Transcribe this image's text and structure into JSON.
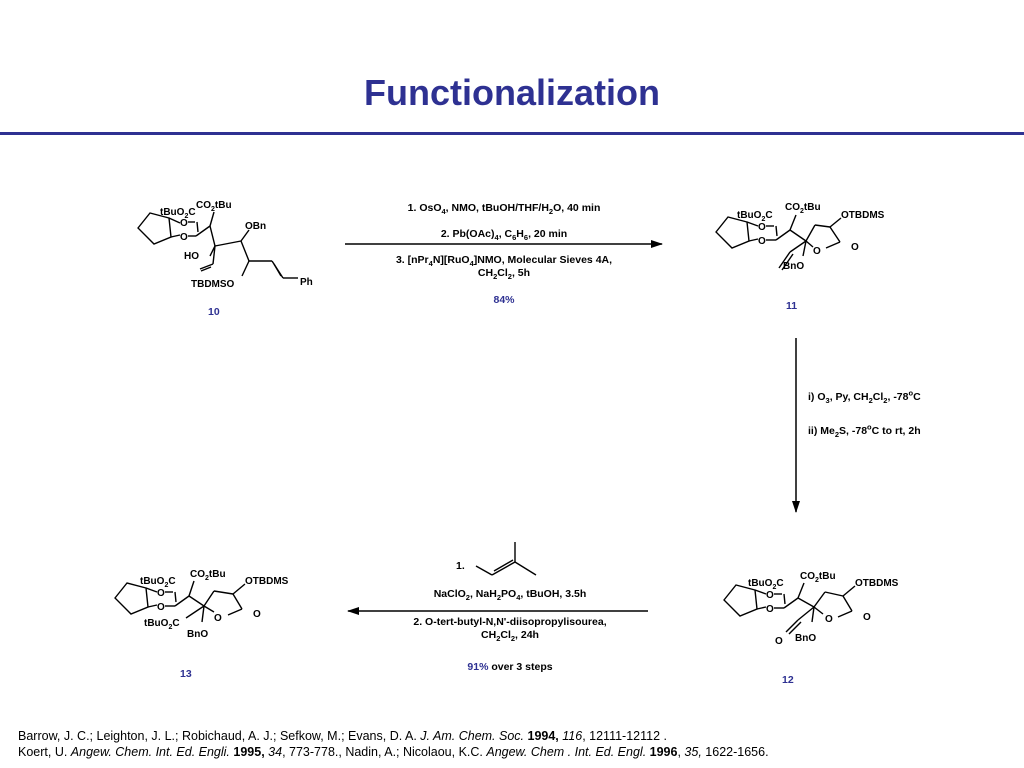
{
  "title": "Functionalization",
  "theme": {
    "accent": "#2E3192"
  },
  "compounds": {
    "c10": {
      "number": "10",
      "labels": {
        "co2tbu": "CO2tBu",
        "tbuo2c": "tBuO2C",
        "o1": "O",
        "o2": "O",
        "obn": "OBn",
        "ho": "HO",
        "tbdmso": "TBDMSO",
        "ph": "Ph"
      }
    },
    "c11": {
      "number": "11",
      "labels": {
        "co2tbu": "CO2tBu",
        "tbuo2c": "tBuO2C",
        "o1": "O",
        "o2": "O",
        "otbdms": "OTBDMS",
        "ring_o": "O",
        "carbonyl_o": "O",
        "bno": "BnO"
      }
    },
    "c12": {
      "number": "12",
      "labels": {
        "co2tbu": "CO2tBu",
        "tbuo2c": "tBuO2C",
        "o1": "O",
        "o2": "O",
        "otbdms": "OTBDMS",
        "ring_o": "O",
        "carbonyl_o": "O",
        "bno": "BnO",
        "aldehyde_o": "O"
      }
    },
    "c13": {
      "number": "13",
      "labels": {
        "co2tbu": "CO2tBu",
        "tbuo2c": "tBuO2C",
        "o1": "O",
        "o2": "O",
        "otbdms": "OTBDMS",
        "ring_o": "O",
        "carbonyl_o": "O",
        "bno": "BnO",
        "tbuo2c_low": "tBuO2C"
      }
    }
  },
  "steps": {
    "step1": {
      "line1": "1. OsO4, NMO, tBuOH/THF/H2O, 40 min",
      "line2": "2. Pb(OAc)4, C6H6, 20 min",
      "line3": "3. [nPr4N][RuO4]NMO, Molecular Sieves 4A,",
      "line4": "CH2Cl2, 5h",
      "yield": "84%"
    },
    "step2": {
      "line1": "i) O3, Py, CH2Cl2, -78oC",
      "line2": "ii) Me2S, -78oC to rt, 2h"
    },
    "step3": {
      "line1_prefix": "1.",
      "line2": "NaClO2, NaH2PO4, tBuOH, 3.5h",
      "line3": "2. O-tert-butyl-N,N'-diisopropylisourea,",
      "line4": "CH2Cl2, 24h",
      "yield": "91%",
      "yield_suffix": " over 3 steps"
    }
  },
  "references": {
    "ref1": {
      "authors": "Barrow, J. C.; Leighton, J. L.; Robichaud, A. J.; Sefkow, M.; Evans, D. A. ",
      "journal": "J. Am. Chem. Soc.",
      "year": "1994,",
      "volume": "116",
      "pages": ", 12111-12112 ."
    },
    "ref2": {
      "authors_a": "Koert, U. ",
      "journal_a": "Angew. Chem. Int. Ed. Engli.",
      "year_a": "1995,",
      "volume_a": "34",
      "pages_a": ", 773-778., Nadin, A.; Nicolaou, K.C. ",
      "journal_b": "Angew. Chem . Int. Ed. Engl.",
      "year_b": "1996",
      "volume_b": "35,",
      "pages_b": " 1622-1656."
    }
  }
}
